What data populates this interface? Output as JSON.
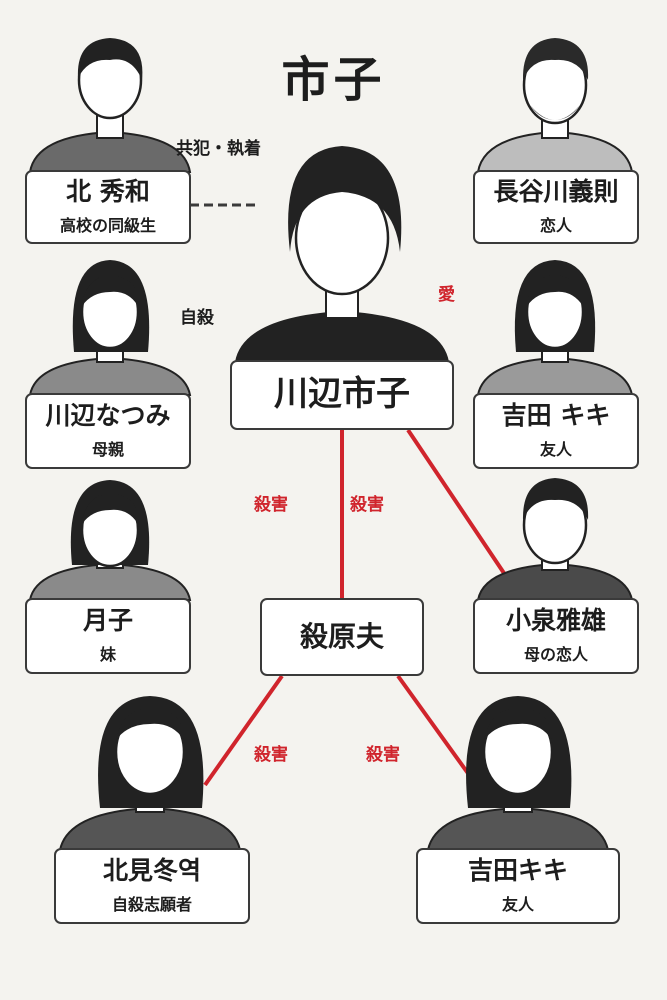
{
  "title": "市子",
  "colors": {
    "accent": "#d0242c",
    "line": "#3a3a3a"
  },
  "people": {
    "kita_hidekazu": {
      "name": "北 秀和",
      "role": "高校の同級生"
    },
    "hasegawa": {
      "name": "長谷川義則",
      "role": "恋人"
    },
    "kawabe_natsumi": {
      "name": "川辺なつみ",
      "role": "母親"
    },
    "yoshida_top": {
      "name": "吉田 キキ",
      "role": "友人"
    },
    "kawabe_ichiko": {
      "name": "川辺市子",
      "role": ""
    },
    "tsukiko": {
      "name": "月子",
      "role": "妹"
    },
    "center": {
      "name": "殺原夫",
      "role": ""
    },
    "koizumi": {
      "name": "小泉雅雄",
      "role": "母の恋人"
    },
    "kitami": {
      "name": "北見冬역",
      "role": "自殺志願者"
    },
    "yoshida_bottom": {
      "name": "吉田キキ",
      "role": "友人"
    }
  },
  "relations": {
    "accomplice": "共犯・執着",
    "suicide": "自殺",
    "love": "愛",
    "kill_1": "殺害",
    "kill_2": "殺害",
    "kill_3": "殺害",
    "kill_4": "殺害"
  }
}
